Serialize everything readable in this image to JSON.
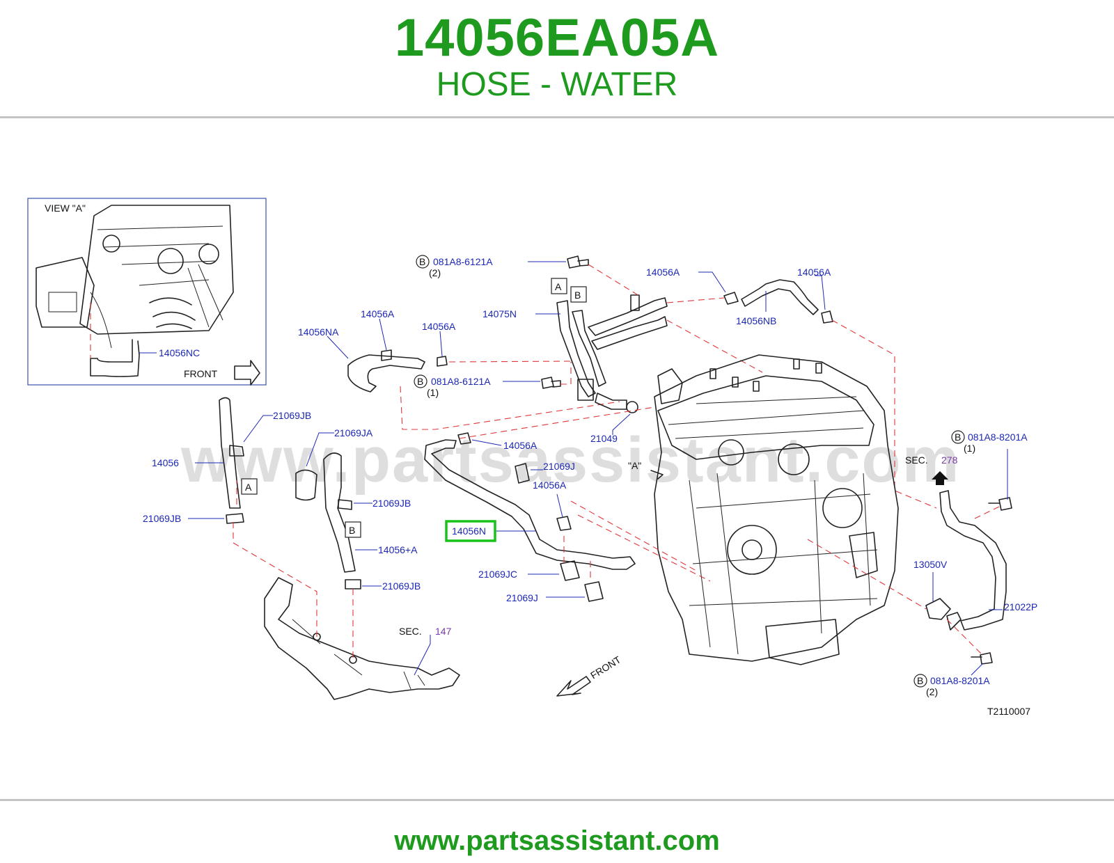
{
  "header": {
    "part_number": "14056EA05A",
    "description": "HOSE - WATER"
  },
  "footer": {
    "url": "www.partsassistant.com"
  },
  "watermark": "www.partsassistant.com",
  "colors": {
    "brand_green": "#1e9b1e",
    "label_blue": "#1c28b4",
    "dash_red": "#e0373a",
    "highlight_green": "#19c219",
    "sec_purple": "#7a3aa8"
  },
  "inset": {
    "title": "VIEW \"A\"",
    "part": "14056NC",
    "front": "FRONT"
  },
  "callouts": {
    "bolt_top": {
      "badge": "B",
      "code": "081A8-6121A",
      "qty": "(2)"
    },
    "bolt_mid": {
      "badge": "B",
      "code": "081A8-6121A",
      "qty": "(1)"
    },
    "bolt_right_top": {
      "badge": "B",
      "code": "081A8-8201A",
      "qty": "(1)"
    },
    "bolt_right_bottom": {
      "badge": "B",
      "code": "081A8-8201A",
      "qty": "(2)"
    }
  },
  "labels": {
    "p14056a_1": "14056A",
    "p14056a_2": "14056A",
    "p14056a_3": "14056A",
    "p14056a_4": "14056A",
    "p14056a_5": "14056A",
    "p14056a_6": "14056A",
    "p14056na": "14056NA",
    "p14056nb": "14056NB",
    "p14075n": "14075N",
    "p21049": "21049",
    "p14056": "14056",
    "p21069jb_1": "21069JB",
    "p21069jb_2": "21069JB",
    "p21069jb_3": "21069JB",
    "p21069jb_4": "21069JB",
    "p21069ja": "21069JA",
    "p14056plusa": "14056+A",
    "p21069j_1": "21069J",
    "p21069j_2": "21069J",
    "p21069jc": "21069JC",
    "p13050v": "13050V",
    "p21022p": "21022P",
    "view_a_mark": "\"A\"",
    "front_main": "FRONT",
    "sec_278_label": "SEC.",
    "sec_278_num": "278",
    "sec_147_label": "SEC.",
    "sec_147_num": "147",
    "diagram_code": "T2110007"
  },
  "highlighted_part": "14056N",
  "letter_boxes": {
    "a": "A",
    "b": "B"
  }
}
